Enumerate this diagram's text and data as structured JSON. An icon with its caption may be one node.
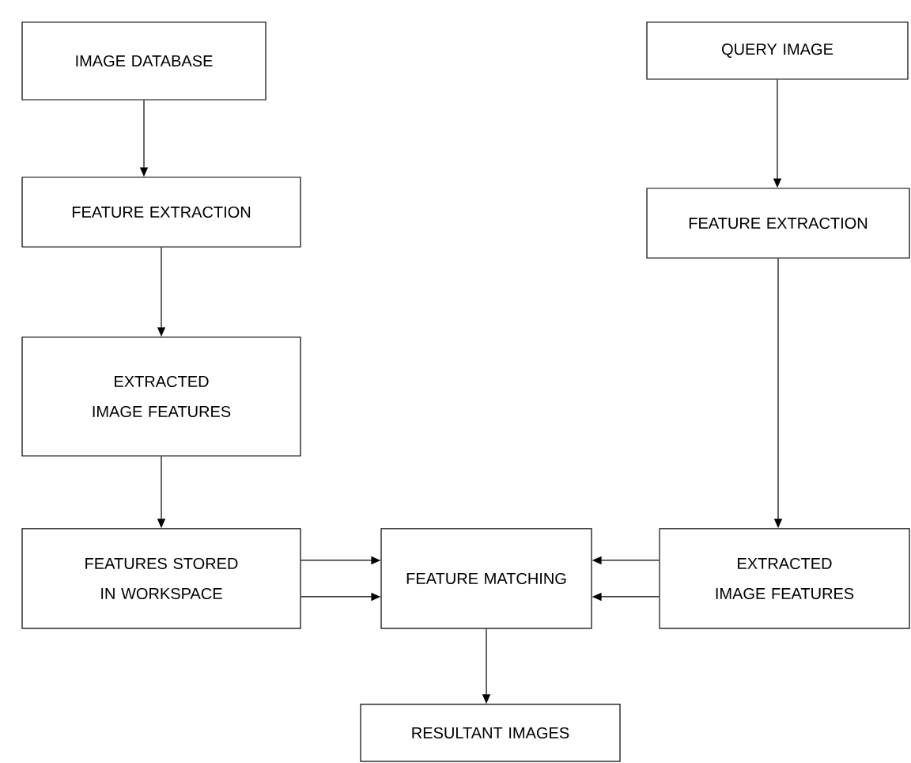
{
  "diagram": {
    "nodes": [
      {
        "text": [
          "IMAGE DATABASE"
        ]
      },
      {
        "text": [
          "FEATURE EXTRACTION"
        ]
      },
      {
        "text": [
          "EXTRACTED IMAGE FEATURES"
        ]
      },
      {
        "text": [
          "QUERY IMAGE"
        ]
      },
      {
        "text": [
          "FEATURE EXTRACTION"
        ]
      },
      {
        "text": [
          "FEATURES STORED IN WORKSPACE"
        ]
      },
      {
        "text": [
          "FEATURE MATCHING"
        ]
      },
      {
        "text": [
          "EXTRACTED IMAGE FEATURES"
        ]
      },
      {
        "text": [
          "RESULTANT IMAGES"
        ]
      }
    ],
    "edges": [
      {
        "from": 0,
        "to": 1,
        "arrow": "to"
      },
      {
        "from": 1,
        "to": 2,
        "arrow": "to"
      },
      {
        "from": 2,
        "to": 5,
        "arrow": "to"
      },
      {
        "from": 3,
        "to": 4,
        "arrow": "to"
      },
      {
        "from": 4,
        "to": 7,
        "arrow": "to"
      },
      {
        "from": 5,
        "to": 6,
        "arrow": "to"
      },
      {
        "from": 5,
        "to": 6,
        "arrow": "to"
      },
      {
        "from": 7,
        "to": 6,
        "arrow": "to"
      },
      {
        "from": 7,
        "to": 6,
        "arrow": "to"
      },
      {
        "from": 6,
        "to": 8,
        "arrow": "to"
      }
    ]
  }
}
